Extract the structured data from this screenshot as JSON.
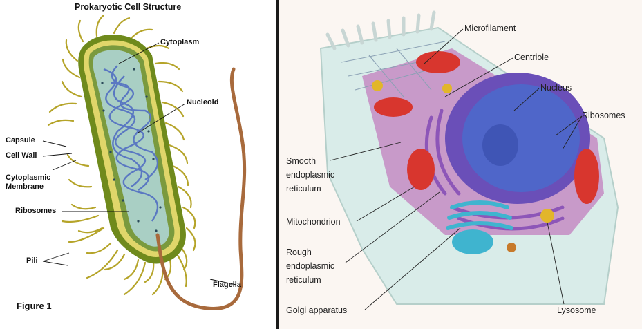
{
  "prokaryote": {
    "title": "Prokaryotic Cell Structure",
    "figure_caption": "Figure 1",
    "labels": {
      "cytoplasm": "Cytoplasm",
      "nucleoid": "Nucleoid",
      "capsule": "Capsule",
      "cell_wall": "Cell Wall",
      "cytoplasmic_membrane_1": "Cytoplasmic",
      "cytoplasmic_membrane_2": "Membrane",
      "ribosomes": "Ribosomes",
      "pili": "Pili",
      "flagella": "Flagella"
    }
  },
  "eukaryote": {
    "labels": {
      "microfilament": "Microfilament",
      "centriole": "Centriole",
      "nucleus": "Nucleus",
      "ribosomes": "Ribosomes",
      "smooth_er_1": "Smooth",
      "smooth_er_2": "endoplasmic",
      "smooth_er_3": "reticulum",
      "mitochondrion": "Mitochondrion",
      "rough_er_1": "Rough",
      "rough_er_2": "endoplasmic",
      "rough_er_3": "reticulum",
      "golgi": "Golgi apparatus",
      "lysosome": "Lysosome"
    }
  },
  "colors": {
    "pili": "#b5a429",
    "capsule": "#6f8a1c",
    "cytoplasm": "#a9cfc4",
    "nucleoid": "#5a78c2",
    "flagella": "#a86a3c",
    "nucleus": "#4f66c9",
    "mitochondria": "#d8362e",
    "er": "#8d56b8",
    "golgi": "#3fb4cf",
    "lysosome": "#e2b62a"
  }
}
